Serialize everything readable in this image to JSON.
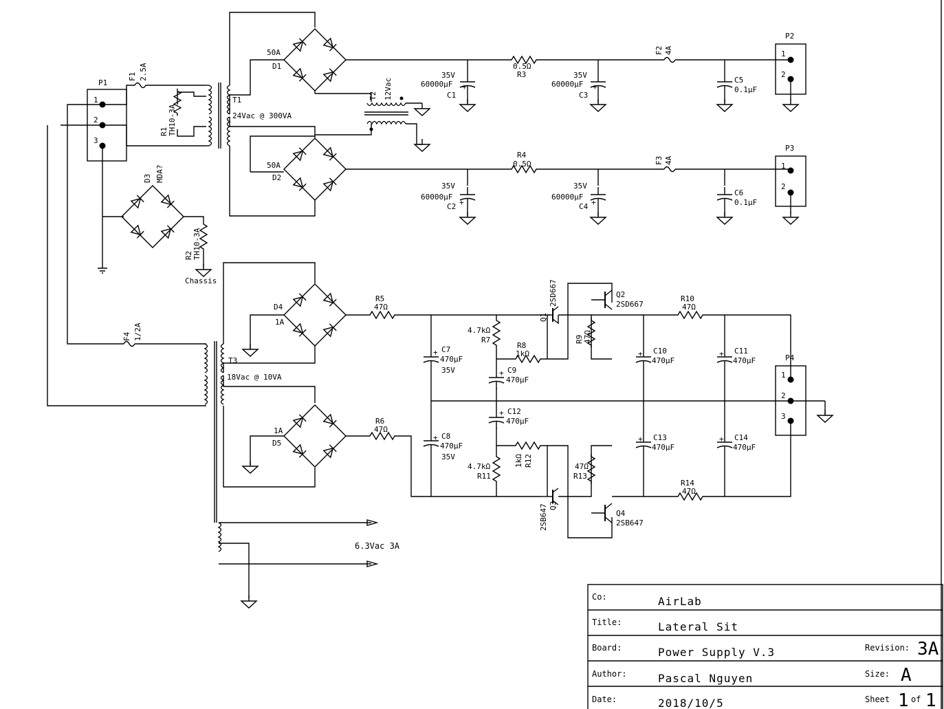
{
  "title_block": {
    "co_label": "Co:",
    "co": "AirLab",
    "title_label": "Title:",
    "title": "Lateral Sit",
    "board_label": "Board:",
    "board": "Power Supply V.3",
    "revision_label": "Revision:",
    "revision": "3A",
    "author_label": "Author:",
    "author": "Pascal Nguyen",
    "size_label": "Size:",
    "size": "A",
    "date_label": "Date:",
    "date": "2018/10/5",
    "sheet_label": "Sheet",
    "sheet": "1",
    "of_label": "of",
    "sheets": "1"
  },
  "connectors": {
    "p1": {
      "ref": "P1",
      "pins": [
        "1",
        "2",
        "3"
      ]
    },
    "p2": {
      "ref": "P2",
      "pins": [
        "1",
        "2"
      ]
    },
    "p3": {
      "ref": "P3",
      "pins": [
        "1",
        "2"
      ]
    },
    "p4": {
      "ref": "P4",
      "pins": [
        "1",
        "2",
        "3"
      ]
    }
  },
  "fuses": {
    "f1": {
      "ref": "F1",
      "value": "2.5A"
    },
    "f2": {
      "ref": "F2",
      "value": "4A"
    },
    "f3": {
      "ref": "F3",
      "value": "4A"
    },
    "f4": {
      "ref": "F4",
      "value": "1/2A"
    }
  },
  "thermistors": {
    "r1": {
      "ref": "R1",
      "value": "TH10-3A"
    },
    "r2": {
      "ref": "R2",
      "value": "TH10-3A"
    }
  },
  "transformers": {
    "t1": {
      "ref": "T1",
      "rating": "24Vac @ 300VA"
    },
    "t2": {
      "ref": "T2",
      "rating": "12Vac"
    },
    "t3": {
      "ref": "T3",
      "rating": "18Vac @ 10VA"
    },
    "aux_winding": "6.3Vac 3A"
  },
  "bridges": {
    "d1": {
      "ref": "D1",
      "rating": "50A"
    },
    "d2": {
      "ref": "D2",
      "rating": "50A"
    },
    "d3": {
      "ref": "D3",
      "rating": "MDA?"
    },
    "d4": {
      "ref": "D4",
      "rating": "1A"
    },
    "d5": {
      "ref": "D5",
      "rating": "1A"
    }
  },
  "chassis_label": "Chassis",
  "capacitors": {
    "c1": {
      "ref": "C1",
      "voltage": "35V",
      "value": "60000μF"
    },
    "c2": {
      "ref": "C2",
      "voltage": "35V",
      "value": "60000μF"
    },
    "c3": {
      "ref": "C3",
      "voltage": "35V",
      "value": "60000μF"
    },
    "c4": {
      "ref": "C4",
      "voltage": "35V",
      "value": "60000μF"
    },
    "c5": {
      "ref": "C5",
      "value": "0.1μF"
    },
    "c6": {
      "ref": "C6",
      "value": "0.1μF"
    },
    "c7": {
      "ref": "C7",
      "value": "470μF",
      "voltage": "35V"
    },
    "c8": {
      "ref": "C8",
      "value": "470μF",
      "voltage": "35V"
    },
    "c9": {
      "ref": "C9",
      "value": "470μF"
    },
    "c10": {
      "ref": "C10",
      "value": "470μF"
    },
    "c11": {
      "ref": "C11",
      "value": "470μF"
    },
    "c12": {
      "ref": "C12",
      "value": "470μF"
    },
    "c13": {
      "ref": "C13",
      "value": "470μF"
    },
    "c14": {
      "ref": "C14",
      "value": "470μF"
    }
  },
  "resistors": {
    "r3": {
      "ref": "R3",
      "value": "0.5Ω"
    },
    "r4": {
      "ref": "R4",
      "value": "0.5Ω"
    },
    "r5": {
      "ref": "R5",
      "value": "47Ω"
    },
    "r6": {
      "ref": "R6",
      "value": "47Ω"
    },
    "r7": {
      "ref": "R7",
      "value": "4.7kΩ"
    },
    "r8": {
      "ref": "R8",
      "value": "1kΩ"
    },
    "r9": {
      "ref": "R9",
      "value": "47Ω"
    },
    "r10": {
      "ref": "R10",
      "value": "47Ω"
    },
    "r11": {
      "ref": "R11",
      "value": "4.7kΩ"
    },
    "r12": {
      "ref": "R12",
      "value": "1kΩ"
    },
    "r13": {
      "ref": "R13",
      "value": "47Ω"
    },
    "r14": {
      "ref": "R14",
      "value": "47Ω"
    }
  },
  "transistors": {
    "q1": {
      "ref": "Q1",
      "part": "2SD667"
    },
    "q2": {
      "ref": "Q2",
      "part": "2SD667"
    },
    "q3": {
      "ref": "Q3",
      "part": "2SB647"
    },
    "q4": {
      "ref": "Q4",
      "part": "2SB647"
    }
  }
}
